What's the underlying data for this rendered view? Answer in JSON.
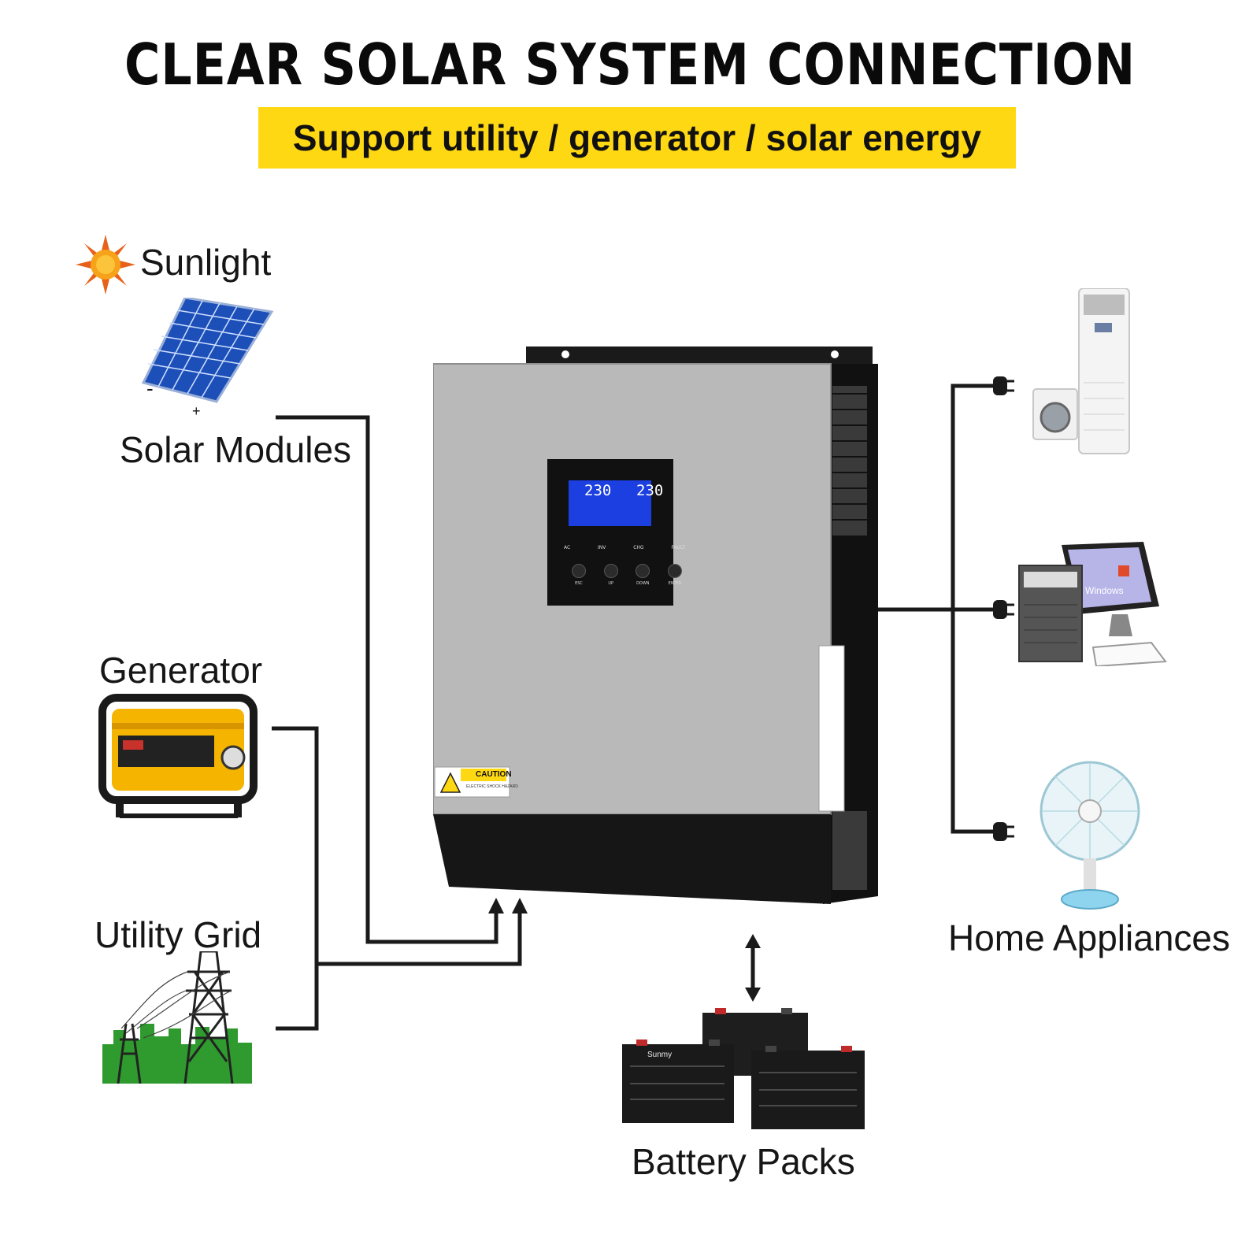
{
  "header": {
    "title": "CLEAR SOLAR SYSTEM CONNECTION",
    "subtitle": "Support utility / generator / solar energy"
  },
  "sources": {
    "sunlight": "Sunlight",
    "solar_modules": "Solar Modules",
    "panel_minus": "-",
    "panel_plus": "+",
    "generator": "Generator",
    "utility_grid": "Utility Grid"
  },
  "inverter": {
    "lcd_left": "230",
    "lcd_right": "230",
    "led_labels": [
      "AC",
      "INV",
      "CHG",
      "FAULT"
    ],
    "buttons": [
      "ESC",
      "UP",
      "DOWN",
      "ENTER"
    ],
    "caution": "CAUTION",
    "caution_note": "ELECTRIC SHOCK HAZARD"
  },
  "outputs": {
    "home_appliances": "Home Appliances",
    "windows_logo_text": "Windows"
  },
  "storage": {
    "battery_packs": "Battery Packs",
    "battery_brand": "Sunmy"
  },
  "colors": {
    "banner": "#ffd814",
    "wire": "#1a1a1a",
    "lcd": "#1b3fe0",
    "inverter_panel": "#b9b9b9",
    "inverter_body": "#1a1a1a"
  }
}
